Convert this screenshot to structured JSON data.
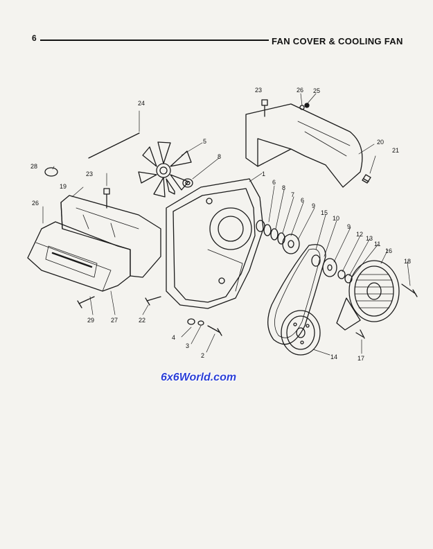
{
  "header": {
    "page_number": "6",
    "title": "FAN COVER & COOLING FAN"
  },
  "callouts": [
    "24",
    "23",
    "26",
    "25",
    "5",
    "8",
    "20",
    "21",
    "28",
    "23",
    "19",
    "1",
    "6",
    "8",
    "7",
    "6",
    "9",
    "15",
    "10",
    "9",
    "12",
    "13",
    "11",
    "16",
    "26",
    "18",
    "29",
    "27",
    "22",
    "4",
    "3",
    "2",
    "14",
    "17"
  ],
  "watermark": "6x6World.com"
}
